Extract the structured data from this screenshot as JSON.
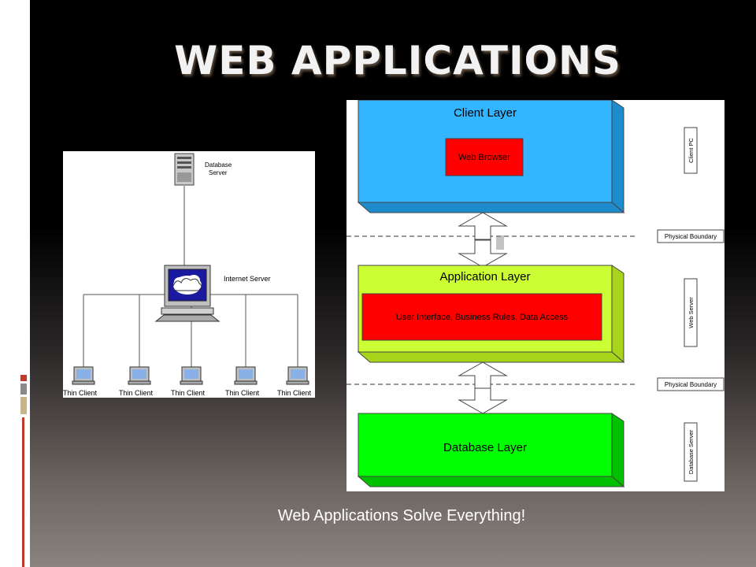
{
  "slide": {
    "title": "WEB APPLICATIONS",
    "caption": "Web Applications Solve Everything!"
  },
  "network_diagram": {
    "database_server_label": [
      "Database",
      "Server"
    ],
    "internet_server_label": "Internet Server",
    "thin_client_label": "Thin Client",
    "thin_clients": [
      "Thin Client",
      "Thin Client",
      "Thin Client",
      "Thin Client",
      "Thin Client"
    ]
  },
  "layer_diagram": {
    "layers": [
      {
        "name": "Client Layer",
        "content": "Web Browser",
        "color": "#33b5ff"
      },
      {
        "name": "Application Layer",
        "content": "User Interface, Business Rules, Data Access",
        "color": "#ccff33"
      },
      {
        "name": "Database Layer",
        "content": "",
        "color": "#00ff00"
      }
    ],
    "inner_box_color": "#ff0000",
    "boundaries": [
      "Physical Boundary",
      "Physical Boundary"
    ],
    "side_labels": [
      "Client PC",
      "Web Server",
      "Database Server"
    ]
  },
  "colors": {
    "accent_red": "#c0392b",
    "accent_gray": "#8a8a8a",
    "accent_tan": "#c8b68a"
  }
}
